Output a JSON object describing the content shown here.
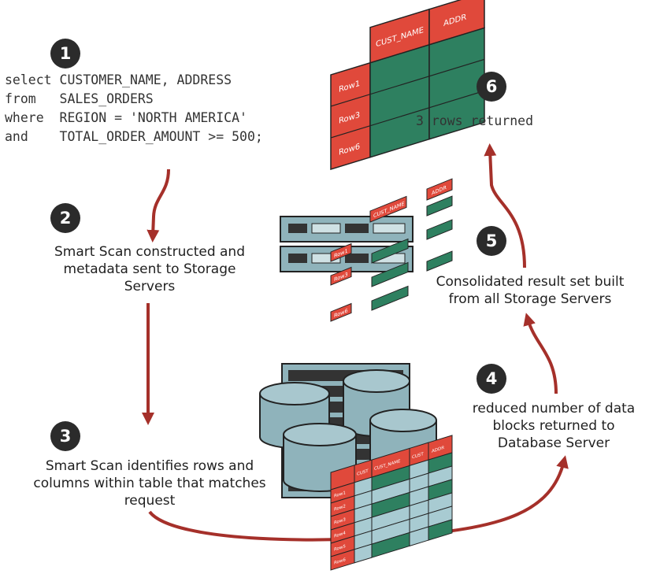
{
  "steps": [
    {
      "number": "1",
      "lines": []
    },
    {
      "number": "2",
      "lines": [
        "Smart Scan constructed and",
        "metadata sent to Storage",
        "Servers"
      ]
    },
    {
      "number": "3",
      "lines": [
        "Smart Scan identifies rows and",
        "columns within table that matches",
        "request"
      ]
    },
    {
      "number": "4",
      "lines": [
        "reduced number of data",
        "blocks returned to",
        "Database Server"
      ]
    },
    {
      "number": "5",
      "lines": [
        "Consolidated result set built",
        "from all Storage Servers"
      ]
    },
    {
      "number": "6",
      "lines": []
    }
  ],
  "sql": [
    "select CUSTOMER_NAME, ADDRESS",
    "from   SALES_ORDERS",
    "where  REGION = 'NORTH AMERICA'",
    "and    TOTAL_ORDER_AMOUNT >= 500;"
  ],
  "result_text": "3 rows returned",
  "result_table": {
    "columns": [
      "CUST_NAME",
      "ADDR"
    ],
    "rows": [
      "Row1",
      "Row3",
      "Row6"
    ]
  },
  "fragments": {
    "column_labels": [
      "CUST_NAME",
      "ADDR"
    ],
    "row_labels": [
      "Row1",
      "Row3",
      "Row6"
    ]
  },
  "storage_table": {
    "columns": [
      "CUST",
      "CUST_NAME",
      "CUST",
      "ADDR"
    ],
    "rows": [
      "Row1",
      "Row2",
      "Row3",
      "Row4",
      "Row5",
      "Row6"
    ]
  },
  "colors": {
    "red": "#e0493b",
    "green": "#2e8060",
    "light_blue": "#a8cbd2",
    "arrow": "#a5302a",
    "badge": "#2b2b2b",
    "server": "#8fb3bb",
    "outline": "#222222"
  }
}
